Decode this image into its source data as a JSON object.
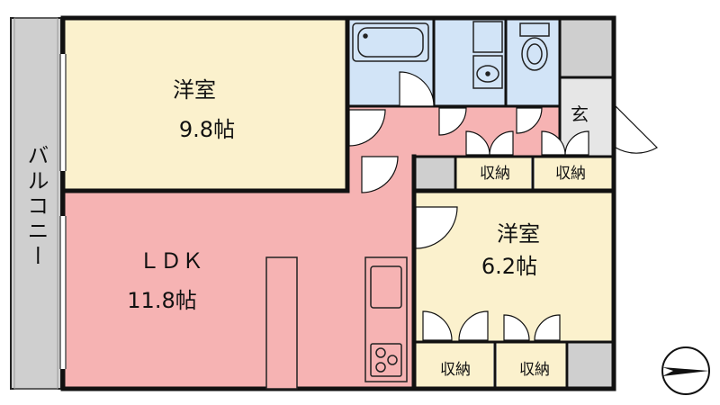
{
  "rooms": {
    "western_room_1": {
      "name": "洋室",
      "size": "9.8帖"
    },
    "ldk": {
      "name": "ＬＤＫ",
      "size": "11.8帖"
    },
    "western_room_2": {
      "name": "洋室",
      "size": "6.2帖"
    },
    "balcony": {
      "name": "バルコニー"
    },
    "entrance": {
      "name": "玄"
    }
  },
  "storage": {
    "closet_top_left": "収納",
    "closet_top_right": "収納",
    "closet_bottom_left": "収納",
    "closet_bottom_right": "収納"
  },
  "colors": {
    "western_room": "#fbf1cd",
    "ldk": "#f6b3b3",
    "wet_area": "#d2e4f7",
    "hallway": "#f6b3b3",
    "storage": "#fbf1cd",
    "balcony": "#cfcfcf",
    "shaft": "#cfcfcf",
    "wall": "#111111"
  },
  "icons": {
    "north_arrow": "north-arrow-icon",
    "bathtub": "bathtub-icon",
    "washbasin": "washbasin-icon",
    "toilet": "toilet-icon",
    "stove": "stove-icon",
    "sink": "kitchen-sink-icon"
  }
}
